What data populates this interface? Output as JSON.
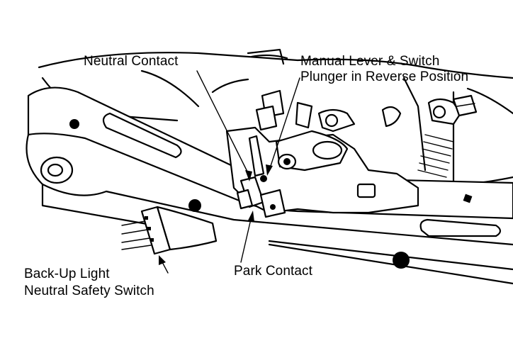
{
  "labels": {
    "neutral_contact": "Neutral Contact",
    "manual_lever_line1": "Manual Lever & Switch",
    "manual_lever_line2": "Plunger in Reverse Position",
    "park_contact": "Park Contact",
    "backup_line1": "Back-Up Light",
    "backup_line2": "Neutral Safety Switch"
  },
  "colors": {
    "ink": "#000000",
    "paper": "#ffffff"
  }
}
